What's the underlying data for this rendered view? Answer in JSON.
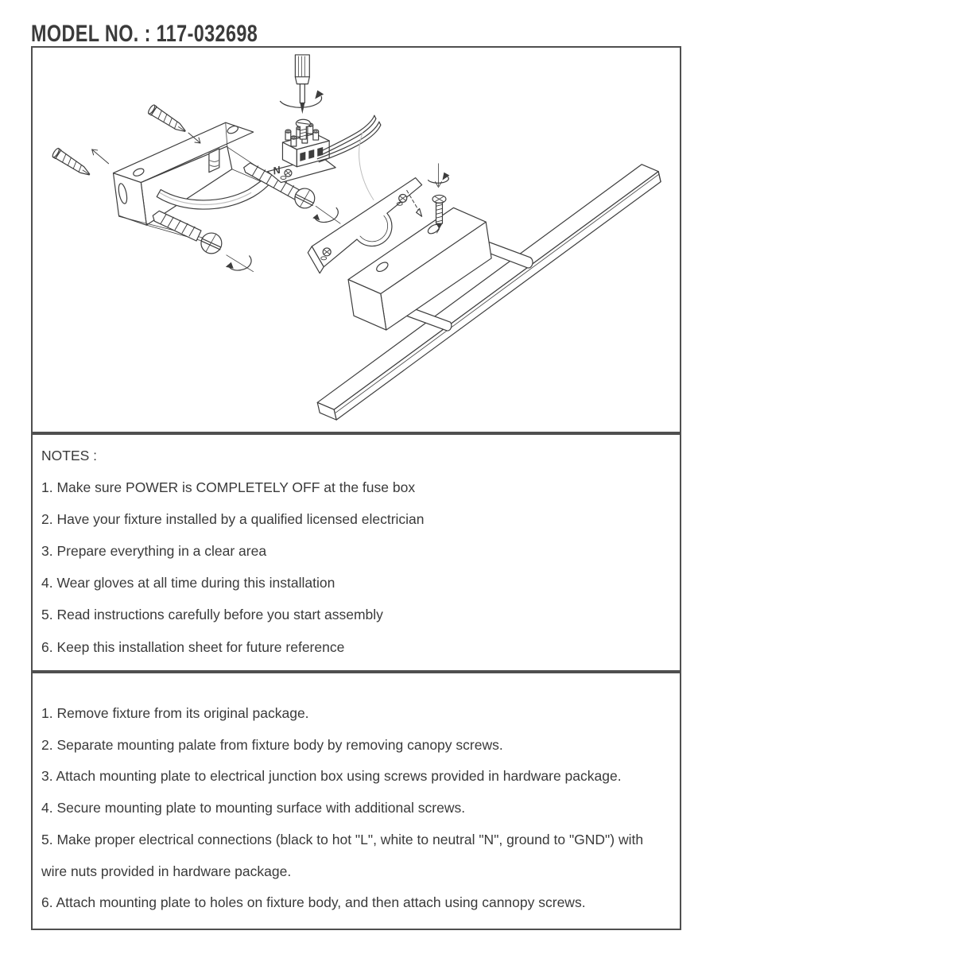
{
  "title": {
    "model_label": "MODEL NO. : 117-032698"
  },
  "notes": {
    "heading": "NOTES :",
    "items": [
      "1. Make sure POWER is COMPLETELY OFF at the fuse box",
      "2. Have your fixture installed by a qualified licensed electrician",
      "3. Prepare everything in a clear area",
      "4. Wear gloves at all time during this installation",
      "5. Read instructions carefully before you start assembly",
      "6. Keep this installation sheet for future reference"
    ]
  },
  "instructions": {
    "lines": [
      "1. Remove fixture from its original package.",
      "2. Separate mounting palate from fixture body by removing canopy screws.",
      "3. Attach mounting plate to electrical junction box using screws provided in hardware package.",
      "4. Secure mounting plate to mounting surface with additional screws.",
      "5. Make proper electrical connections (black to hot \"L\", white to neutral \"N\", ground to \"GND\") with",
      "wire nuts provided in hardware package.",
      "6. Attach mounting plate to holes on fixture body, and then attach using cannopy screws."
    ]
  },
  "diagram": {
    "terminal_label": "N",
    "colors": {
      "line": "#3d3d3d",
      "soft_line": "#bdbdbd",
      "box_border": "#4f4f4f",
      "text": "#3a3a3a"
    }
  }
}
